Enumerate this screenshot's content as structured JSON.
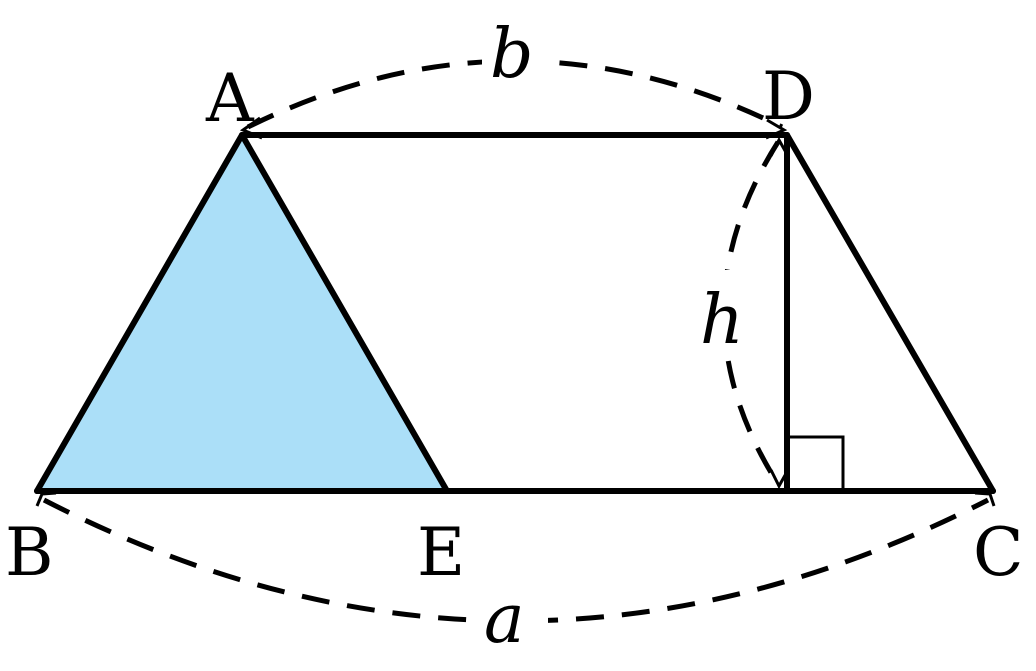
{
  "colors": {
    "shade": "#abdff8",
    "stroke": "#000000",
    "background": "#ffffff"
  },
  "vertices": {
    "A": "A",
    "B": "B",
    "C": "C",
    "D": "D",
    "E": "E"
  },
  "lengths": {
    "top_base": "b",
    "bottom_base": "a",
    "height": "h"
  }
}
